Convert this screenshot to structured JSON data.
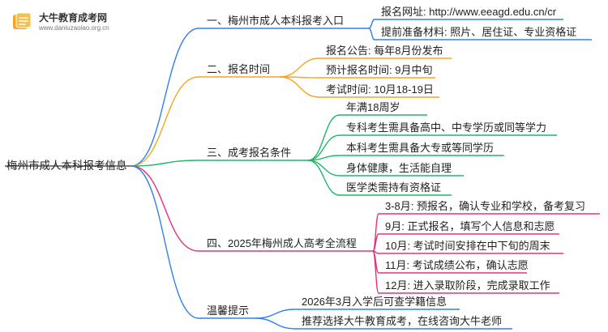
{
  "logo": {
    "title": "大牛教育成考网",
    "subtitle": "www.daniuzaoiao.org.cn"
  },
  "root": "梅州市成人本科报考信息",
  "branches": [
    {
      "label": "一、梅州市成人本科报考入口",
      "color": "#2f80ed",
      "children": [
        "报名网址: http://www.eeagd.edu.cn/cr",
        "提前准备材料: 照片、居住证、专业资格证"
      ]
    },
    {
      "label": "二、报名时间",
      "color": "#f4a623",
      "children": [
        "报名公告: 每年8月份发布",
        "预计报名时间: 9月中旬",
        "考试时间: 10月18-19日"
      ]
    },
    {
      "label": "三、成考报名条件",
      "color": "#1fb866",
      "children": [
        "年满18周岁",
        "专科考生需具备高中、中专学历或同等学力",
        "本科考生需具备大专或等同学历",
        "身体健康，生活能自理",
        "医学类需持有资格证"
      ]
    },
    {
      "label": "四、2025年梅州成人高考全流程",
      "color": "#e8317a",
      "children": [
        "3-8月: 预报名，确认专业和学校，备考复习",
        "9月: 正式报名，填写个人信息和志愿",
        "10月: 考试时间安排在中下旬的周末",
        "11月: 考试成绩公布，确认志愿",
        "12月: 进入录取阶段，完成录取工作"
      ]
    },
    {
      "label": "温馨提示",
      "color": "#2f80ed",
      "children": [
        "2026年3月入学后可查学籍信息",
        "推荐选择大牛教育成考，在线咨询大牛老师"
      ]
    }
  ]
}
